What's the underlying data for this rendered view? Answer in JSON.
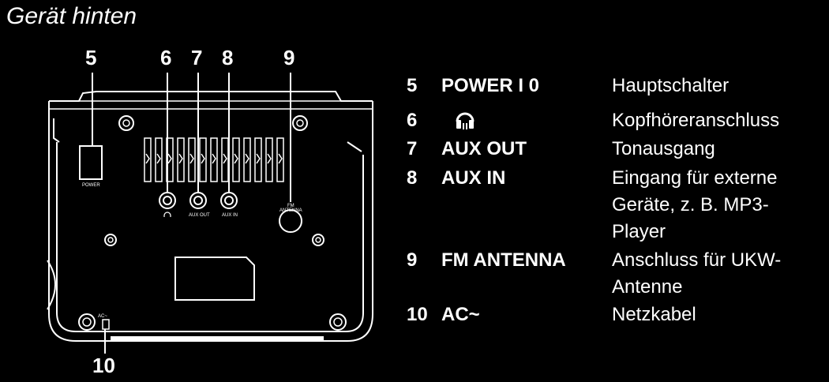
{
  "title": "Gerät hinten",
  "callouts": {
    "c5": "5",
    "c6": "6",
    "c7": "7",
    "c8": "8",
    "c9": "9",
    "c10": "10"
  },
  "device_labels": {
    "power": "POWER",
    "aux_out": "AUX OUT",
    "aux_in": "AUX IN",
    "fm_antenna_1": "FM",
    "fm_antenna_2": "ANTENNA",
    "ac": "AC~"
  },
  "legend": [
    {
      "num": "5",
      "name": "POWER I 0",
      "desc": [
        "Hauptschalter"
      ]
    },
    {
      "num": "6",
      "name": "",
      "icon": "headphones-icon",
      "desc": [
        "Kopfhöreranschluss"
      ]
    },
    {
      "num": "7",
      "name": "AUX OUT",
      "desc": [
        "Tonausgang"
      ]
    },
    {
      "num": "8",
      "name": "AUX IN",
      "desc": [
        "Eingang für externe",
        "Geräte, z. B. MP3-",
        "Player"
      ]
    },
    {
      "num": "9",
      "name": "FM ANTENNA",
      "desc": [
        "Anschluss für UKW-",
        "Antenne"
      ]
    },
    {
      "num": "10",
      "name": "AC~",
      "desc": [
        "Netzkabel"
      ]
    }
  ]
}
